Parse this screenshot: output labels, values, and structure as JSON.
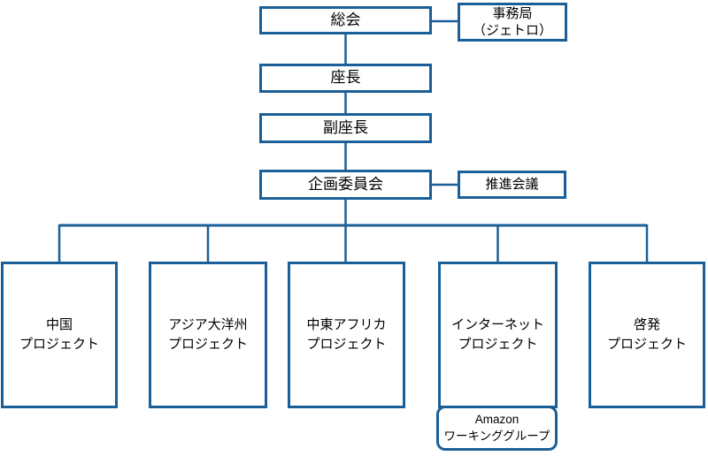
{
  "chart": {
    "type": "org-chart",
    "colors": {
      "line": "#1A5F97",
      "text": "#000000",
      "background": "#FFFFFF"
    },
    "nodes": {
      "general_assembly": "総会",
      "secretariat": "事務局\n（ジェトロ）",
      "chair": "座長",
      "vice_chair": "副座長",
      "planning_committee": "企画委員会",
      "promotion_council": "推進会議",
      "working_group": "Amazon\nワーキンググループ"
    },
    "projects": [
      {
        "label": "中国\nプロジェクト"
      },
      {
        "label": "アジア大洋州\nプロジェクト"
      },
      {
        "label": "中東アフリカ\nプロジェクト"
      },
      {
        "label": "インターネット\nプロジェクト"
      },
      {
        "label": "啓発\nプロジェクト"
      }
    ]
  }
}
